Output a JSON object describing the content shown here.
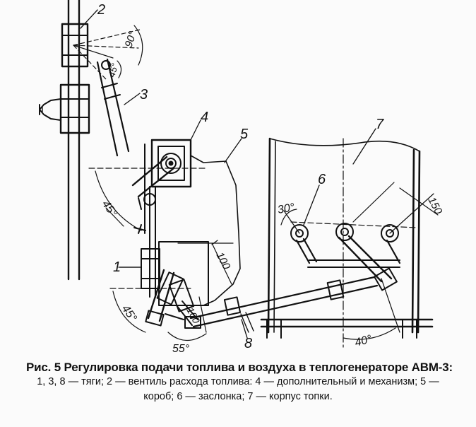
{
  "figure": {
    "callouts": [
      "1",
      "2",
      "3",
      "4",
      "5",
      "6",
      "7",
      "8"
    ],
    "dimensions": {
      "angle_90": "90°",
      "angle_45_top": "45°",
      "angle_45_left": "45°",
      "angle_45_bottom": "45°",
      "angle_55": "55°",
      "angle_30": "30°",
      "angle_40": "40°",
      "len_100_a": "100",
      "len_100_b": "100",
      "len_150": "150"
    }
  },
  "caption": {
    "title": "Рис. 5 Регулировка подачи топлива и воздуха в теплогенераторе АВМ-3:",
    "line2": "1, 3, 8 — тяги; 2 — вентиль расхода топлива: 4 — дополнительный и механизм; 5 —",
    "line3": "короб; 6 — заслонка; 7 — корпус топки."
  }
}
